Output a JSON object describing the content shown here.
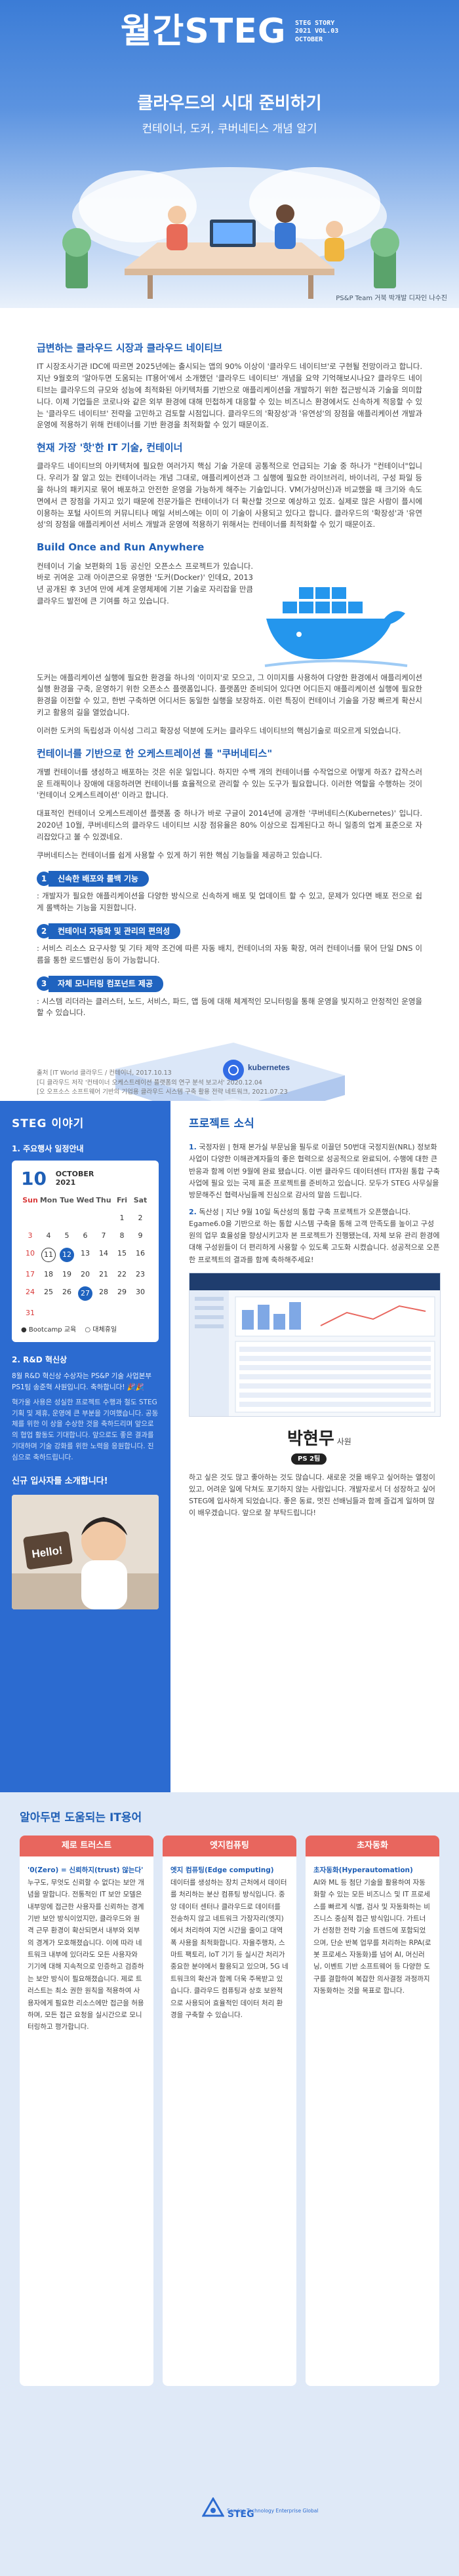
{
  "hero": {
    "brand": "월간STEG",
    "issue_lines": [
      "STEG STORY",
      "2021 VOL.03",
      "OCTOBER"
    ],
    "headline": "클라우드의 시대 준비하기",
    "subheadline": "컨테이너, 도커, 쿠버네티스 개념 알기",
    "credit": "PS&P Team  거북  박개발  디자인 나수진"
  },
  "article": {
    "section1_title": "급변하는 클라우드 시장과 클라우드 네이티브",
    "section1_p1": "IT 시장조사기관 IDC에 따르면 2025년에는 출시되는 앱의 90% 이상이 '클라우드 네이티브'로 구현될 전망이라고 합니다. 지난 9월호의 '알아두면 도움되는 IT용어'에서 소개했던 '클라우드 네이티브' 개념을 요약 기억해보시나요? 클라우드 네이티브는 클라우드의 규모와 성능에 최적화된 아키텍처를 기반으로 애플리케이션을 개발하기 위한 접근방식과 기술을 의미합니다. 이제 기업들은 코로나와 같은 외부 환경에 대해 민첩하게 대응할 수 있는 비즈니스 환경에서도 신속하게 적응할 수 있는 '클라우드 네이티브' 전략을 고민하고 검토할 시점입니다. 클라우드의 '확장성'과 '유연성'의 장점을 애플리케이션 개발과 운영에 적용하기 위해 컨테이너를 기반 환경을 최적화할 수 있기 때문이죠.",
    "section2_title": "현재 가장 '핫'한 IT 기술, 컨테이너",
    "section2_p1": "클라우드 네이티브의 아키텍처에 필요한 여러가지 핵심 기술 가운데 공통적으로 언급되는 기술 중 하나가 \"컨테이너\"입니다. 우리가 잘 알고 있는 컨테이너라는 개념 그대로, 애플리케이션과 그 실행에 필요한 라이브러리, 바이너리, 구성 파일 등을 하나의 패키지로 묶어 배포하고 안전한 운영을 가능하게 해주는 기술입니다. VM(가상머신)과 비교했을 때 크기와 속도 면에서 큰 장점을 가지고 있기 때문에 전문가들은 컨테이너가 더 확산할 것으로 예상하고 있죠. 실제로 많은 사람이 플시에 이용하는 포털 사이트의 커뮤니티나 메일 서비스에는 이미 이 기술이 사용되고 있다고 합니다. 클라우드의 '확장성'과 '유연성'의 장점을 애플리케이션 서비스 개발과 운영에 적용하기 위해서는 컨테이너를 최적화할 수 있기 때문이죠.",
    "section3_title": "Build Once and Run Anywhere",
    "section3_p1": "컨테이너 기술 보편화의 1등 공신인 오픈소스 프로젝트가 있습니다. 바로 귀여운 고래 아이콘으로 유명한 '도커(Docker)' 인데요, 2013년 공개된 후 3년여 만에 세계 운영체제에 기본 기술로 자리잡을 만큼 클라우드 발전에 큰 기여를 하고 있습니다.",
    "section3_p2": "도커는 애플리케이션 실행에 필요한 환경을 하나의 '이미지'로 모으고, 그 이미지를 사용하여 다양한 환경에서 애플리케이션 실행 환경을 구축, 운영하기 위한 오픈소스 플랫폼입니다. 플랫폼만 준비되어 있다면 어디든지 애플리케이션 실행에 필요한 환경을 이전할 수 있고, 한번 구축하면 어디서든 동일한 실행을 보장하죠. 이런 특징이 컨테이너 기술을 가장 빠르게 확산시키고 활용의 길을 열었습니다.",
    "section3_p3": "이러한 도커의 독립성과 이식성 그리고 확장성 덕분에 도커는 클라우드 네이티브의 핵심기술로 떠오르게 되었습니다.",
    "section4_title": "컨테이너를 기반으로 한 오케스트레이션 툴 \"쿠버네티스\"",
    "section4_p1": "개별 컨테이너를 생성하고 배포하는 것은 쉬운 일입니다. 하지만 수백 개의 컨테이너를 수작업으로 어떻게 하죠? 갑작스러운 트래픽이나 장애에 대응하려면 컨테이너를 효율적으로 관리할 수 있는 도구가 필요합니다. 이러한 역할을 수행하는 것이 '컨테이너 오케스트레이션' 이라고 합니다.",
    "section4_p2": "대표적인 컨테이너 오케스트레이션 플랫폼 중 하나가 바로 구글이 2014년에 공개한 '쿠버네티스(Kubernetes)' 입니다. 2020년 10월, 쿠버네티스의 클라우드 네이티브 시장 점유율은 80% 이상으로 집계된다고 하니 일종의 업계 표준으로 자리잡았다고 볼 수 있겠네요.",
    "section4_p3": "쿠버네티스는 컨테이너를 쉽게 사용할 수 있게 하기 위한 핵심 기능들을 제공하고 있습니다.",
    "features": [
      {
        "num": "1",
        "title": "신속한 배포와 롤백 기능",
        "desc": ": 개발자가 필요한 애플리케이션을 다양한 방식으로 신속하게 배포 및 업데이트 할 수 있고, 문제가 있다면 배포 전으로 쉽게 롤백하는 기능을 지원합니다."
      },
      {
        "num": "2",
        "title": "컨테이너 자동화 및 관리의 편의성",
        "desc": ": 서비스 리소스 요구사항 및 기타 제약 조건에 따른 자동 배치, 컨테이너의 자동 확장, 여러 컨테이너를 묶어 단일 DNS 이름을 통한 로드밸런싱 등이 가능합니다."
      },
      {
        "num": "3",
        "title": "자체 모니터링 컴포넌트 제공",
        "desc": ": 시스템 리더라는 클러스터, 노드, 서비스, 파드, 앱 등에 대해 체계적인 모니터링을 통해 운영을 빛지하고 안정적인 운영을 할 수 있습니다."
      }
    ],
    "k8s_label": "kubernetes",
    "source_lines": [
      "출처  [IT World 클라우드 / 컨테이너, 2017.10.13",
      "      [디 클라우드 저작 '컨테이너 오케스트레이션 플랫폼의 연구 분석 보고서' 2020.12.04",
      "      [오 오프소스 소프트웨어 기반의 기업용 클라우드 시스템 구축 활용 전략 네트워크, 2021.07.23"
    ]
  },
  "steg_story": {
    "title": "STEG 이야기",
    "calendar_section": "1. 주요행사 일정안내",
    "calendar": {
      "day": "10",
      "month_label": "OCTOBER",
      "year": "2021",
      "dow": [
        "Sun",
        "Mon",
        "Tue",
        "Wed",
        "Thu",
        "Fri",
        "Sat"
      ],
      "weeks": [
        [
          "",
          "",
          "",
          "",
          "",
          "1",
          "2"
        ],
        [
          "3",
          "4",
          "5",
          "6",
          "7",
          "8",
          "9"
        ],
        [
          "10",
          "11",
          "12",
          "13",
          "14",
          "15",
          "16"
        ],
        [
          "17",
          "18",
          "19",
          "20",
          "21",
          "22",
          "23"
        ],
        [
          "24",
          "25",
          "26",
          "27",
          "28",
          "29",
          "30"
        ],
        [
          "31",
          "",
          "",
          "",
          "",
          "",
          ""
        ]
      ],
      "legend": [
        "● Bootcamp 교육",
        "○ 대체휴일"
      ]
    },
    "rnd_section": "2. R&D 혁신상",
    "rnd_text1": "8월 R&D 혁신상 수상자는 PS&P 기술 사업본부 PS1팀 송준혁 사원입니다. 축하합니다! 🎉🎉",
    "rnd_text2": "혁가울 사용은 성실한 프로젝트 수행과 철도 STEG 기획 및 제휴, 운영에 큰 부분을 기여했습니다. 공동체를 위한 이 상을 수상한 것을 축하드리며 앞으로의 협업 활동도 기대합니다. 앞으로도 좋은 결과를 기대하며 기술 강화를 위한 노력을 응원합니다. 진심으로 축하드립니다.",
    "intro_title": "신규 입사자를 소개합니다!",
    "hello": "Hello!"
  },
  "news": {
    "title": "프로젝트 소식",
    "item1_num": "1.",
    "item1": "국정자원 | 현재 본가실 부문님을 필두로 이끌던 50번대 국정지원(NRL) 정보화 사업이 다양한 이해관계자들의 좋은 협력으로 성공적으로 완료되어, 수행에 대한 큰 반응과 함께 이번 9월에 완료 됐습니다. 이번 클라우드 데이터센터 IT자원 통합 구축사업에 필요 있는 국제 표준 프로젝트를 준비하고 있습니다. 모두가 STEG 사무실을 방문해주신 협력사님들께 진심으로 감사의 말씀 드립니다.",
    "item2_num": "2.",
    "item2": "독산성 | 지난 9월 10일 독산성의 통합 구축 프로젝트가 오픈했습니다. Egame6.0을 기반으로 하는 통합 시스템 구축을 통해 고객 만족도를 높이고 구성원의 업무 효율성을 향상시키고자 본 프로젝트가 진행됐는데, 자체 보유 관리 환경에 대해 구성원들이 더 편리하게 사용할 수 있도록 고도화 시켰습니다. 성공적으로 오픈한 프로젝트의 결과를 함께 축하해주세요!",
    "person": {
      "name": "박현무",
      "role": "사원",
      "team": "PS 2팀",
      "desc": "하고 싶은 것도 많고 좋아하는 것도 많습니다. 새로운 것을 배우고 싶어하는 열정이 있고, 어려운 일에 닥쳐도 포기하지 않는 사람입니다. 개발자로서 더 성장하고 싶어 STEG에 입사하게 되었습니다. 좋은 동료, 멋진 선배님들과 함께 즐겁게 일하며 많이 배우겠습니다. 앞으로 잘 부탁드립니다!"
    }
  },
  "it_words": {
    "title": "알아두면 도움되는 IT용어",
    "cols": [
      {
        "head": "제로 트러스트",
        "term": "'0(Zero) = 신뢰하지(trust) 않는다'",
        "body": "누구도, 무엇도 신뢰할 수 없다는 보안 개념을 말합니다. 전통적인 IT 보안 모델은 내부망에 접근한 사용자를 신뢰하는 경계 기반 보안 방식이었지만, 클라우드와 원격 근무 환경이 확산되면서 내부와 외부의 경계가 모호해졌습니다. 이에 따라 네트워크 내부에 있더라도 모든 사용자와 기기에 대해 지속적으로 인증하고 검증하는 보안 방식이 필요해졌습니다. 제로 트러스트는 최소 권한 원칙을 적용하여 사용자에게 필요한 리소스에만 접근을 허용하며, 모든 접근 요청을 실시간으로 모니터링하고 평가합니다."
      },
      {
        "head": "엣지컴퓨팅",
        "term": "엣지 컴퓨팅(Edge computing)",
        "body": "데이터를 생성하는 장치 근처에서 데이터를 처리하는 분산 컴퓨팅 방식입니다. 중앙 데이터 센터나 클라우드로 데이터를 전송하지 않고 네트워크 가장자리(엣지)에서 처리하여 지연 시간을 줄이고 대역폭 사용을 최적화합니다. 자율주행차, 스마트 팩토리, IoT 기기 등 실시간 처리가 중요한 분야에서 활용되고 있으며, 5G 네트워크의 확산과 함께 더욱 주목받고 있습니다. 클라우드 컴퓨팅과 상호 보완적으로 사용되어 효율적인 데이터 처리 환경을 구축할 수 있습니다."
      },
      {
        "head": "초자동화",
        "term": "초자동화(Hyperautomation)",
        "body": "AI와 ML 등 첨단 기술을 활용하여 자동화할 수 있는 모든 비즈니스 및 IT 프로세스를 빠르게 식별, 검사 및 자동화하는 비즈니스 중심적 접근 방식입니다. 가트너가 선정한 전략 기술 트렌드에 포함되었으며, 단순 반복 업무를 처리하는 RPA(로봇 프로세스 자동화)를 넘어 AI, 머신러닝, 이벤트 기반 소프트웨어 등 다양한 도구를 결합하여 복잡한 의사결정 과정까지 자동화하는 것을 목표로 합니다."
      }
    ]
  },
  "footer": {
    "logo": "STEG",
    "tagline": "Service Technology Enterprise Global"
  }
}
